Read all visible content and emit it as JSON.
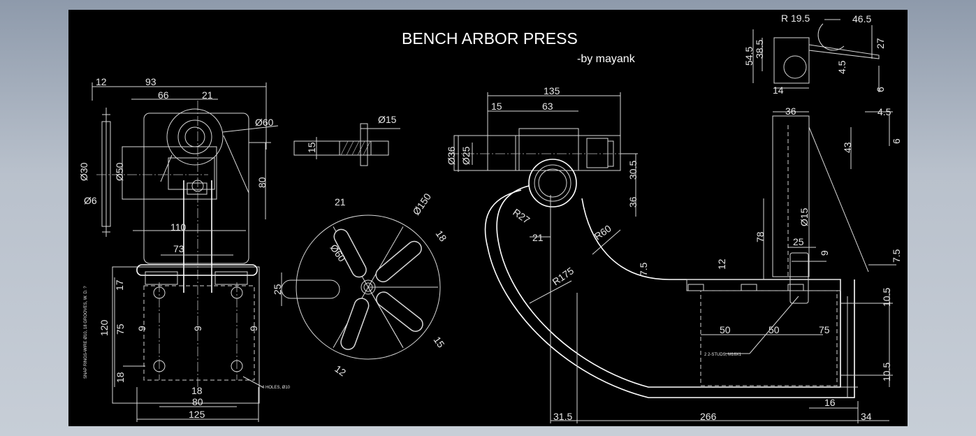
{
  "drawing": {
    "title": "BENCH ARBOR PRESS",
    "author": "-by mayank",
    "notes": {
      "holes": "4 HOLES, Ø10",
      "studs": "2 2-STUDS,\nM16X1",
      "side_note": "SNAP RINGS-WIRE Ø10, 18 GROOVES, W. D. ?"
    }
  },
  "dimensions": {
    "front": [
      "12",
      "93",
      "66",
      "21",
      "Ø60",
      "Ø30",
      "Ø50",
      "Ø6",
      "80",
      "110",
      "73",
      "17",
      "120",
      "75",
      "9",
      "9",
      "9",
      "18",
      "18",
      "80",
      "125"
    ],
    "detail": [
      "Ø15",
      "15"
    ],
    "handwheel": [
      "21",
      "Ø150",
      "Ø60",
      "18",
      "25",
      "15",
      "12"
    ],
    "pinion": [
      "135",
      "15",
      "63",
      "Ø36",
      "Ø25",
      "30.5",
      "36"
    ],
    "body": [
      "R27",
      "21",
      "R60",
      "R175",
      "7.5",
      "12",
      "50",
      "50",
      "75",
      "31.5",
      "266",
      "34",
      "16",
      "10.5",
      "10.5"
    ],
    "column": [
      "36",
      "4.5",
      "6",
      "43",
      "Ø15",
      "78",
      "25",
      "9",
      "7.5"
    ],
    "rack_detail": [
      "R 19.5",
      "46.5",
      "54.5",
      "38.5",
      "4.5",
      "27",
      "14",
      "6"
    ]
  }
}
